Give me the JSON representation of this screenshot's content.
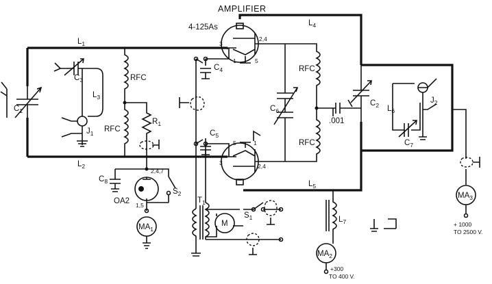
{
  "title": "AMPLIFIER",
  "labels": {
    "tube": "4-125As",
    "l1": "L",
    "l1_sub": "1",
    "l2": "L",
    "l2_sub": "2",
    "l3": "L",
    "l3_sub": "3",
    "l4": "L",
    "l4_sub": "4",
    "l5": "L",
    "l5_sub": "5",
    "l6": "L",
    "l6_sub": "6",
    "l7": "L",
    "l7_sub": "7",
    "c1": "C",
    "c1_sub": "1",
    "c2": "C",
    "c2_sub": "2",
    "c3": "C",
    "c3_sub": "3",
    "c4": "C",
    "c4_sub": "4",
    "c5": "C",
    "c5_sub": "5",
    "c6": "C",
    "c6_sub": "6",
    "c7": "C",
    "c7_sub": "7",
    "c8": "C",
    "c8_sub": "8",
    "j1": "J",
    "j1_sub": "1",
    "j2": "J",
    "j2_sub": "2",
    "r1": "R",
    "r1_sub": "1",
    "s1": "S",
    "s1_sub": "1",
    "s2": "S",
    "s2_sub": "2",
    "t1": "T",
    "t1_sub": "1",
    "ma1": "MA",
    "ma1_sub": "1",
    "ma2": "MA",
    "ma2_sub": "2",
    "ma3": "MA",
    "ma3_sub": "3",
    "meter": "M",
    "rfc_grid_top": "RFC",
    "rfc_grid_bottom": "RFC",
    "rfc_plate_top": "RFC",
    "rfc_plate_bottom": "RFC",
    "coupling_cap": ".001",
    "regulator": "OA2",
    "pin_reg_top": "2,4,7",
    "pin_reg_bottom": "1,5",
    "pin_t1_grid": "3",
    "pin_t1_plate": "2,4",
    "pin_t1_1": "1",
    "pin_t1_5": "5",
    "pin_t2_grid": "3",
    "pin_t2_plate": "2,4",
    "pin_t2_5": "5",
    "pin_t2_1": "1",
    "supply_plate_1": "+300",
    "supply_plate_2": "TO 400 V.",
    "supply_hv_1": "+ 1000",
    "supply_hv_2": "TO 2500 V."
  }
}
